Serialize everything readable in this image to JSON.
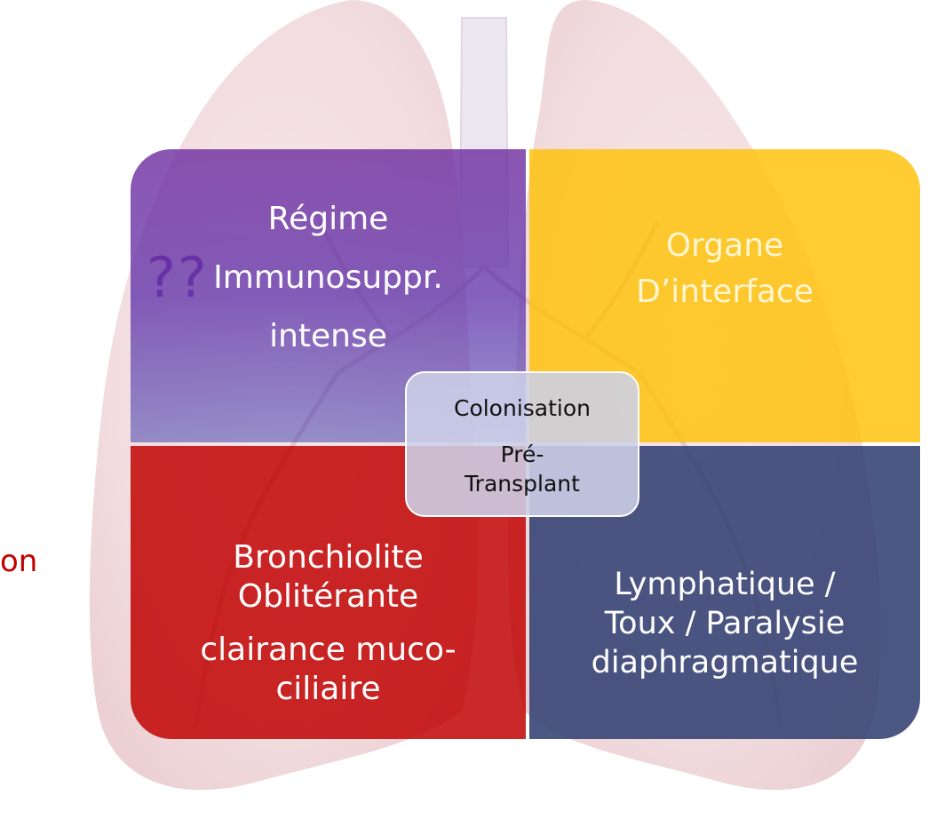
{
  "side_texts": {
    "question_marks": "??",
    "partial_word": "on"
  },
  "quadrants": {
    "top_left": {
      "lines": [
        "Régime",
        "Immunosuppr.",
        "intense"
      ],
      "color": "#7030a0"
    },
    "top_right": {
      "lines": [
        "Organe",
        "D’interface"
      ],
      "color": "#ffc000"
    },
    "bottom_left": {
      "lines": [
        "Bronchiolite",
        "Oblitérante",
        "clairance muco-",
        "ciliaire"
      ],
      "color": "#c00000"
    },
    "bottom_right": {
      "lines": [
        "Lymphatique /",
        "Toux /  Paralysie",
        "diaphragmatique"
      ],
      "color": "#2f3c70"
    }
  },
  "center": {
    "lines": [
      "Colonisation",
      "Pré-",
      "Transplant"
    ],
    "color": "#cdd0e8"
  },
  "background_image": "lungs-illustration"
}
